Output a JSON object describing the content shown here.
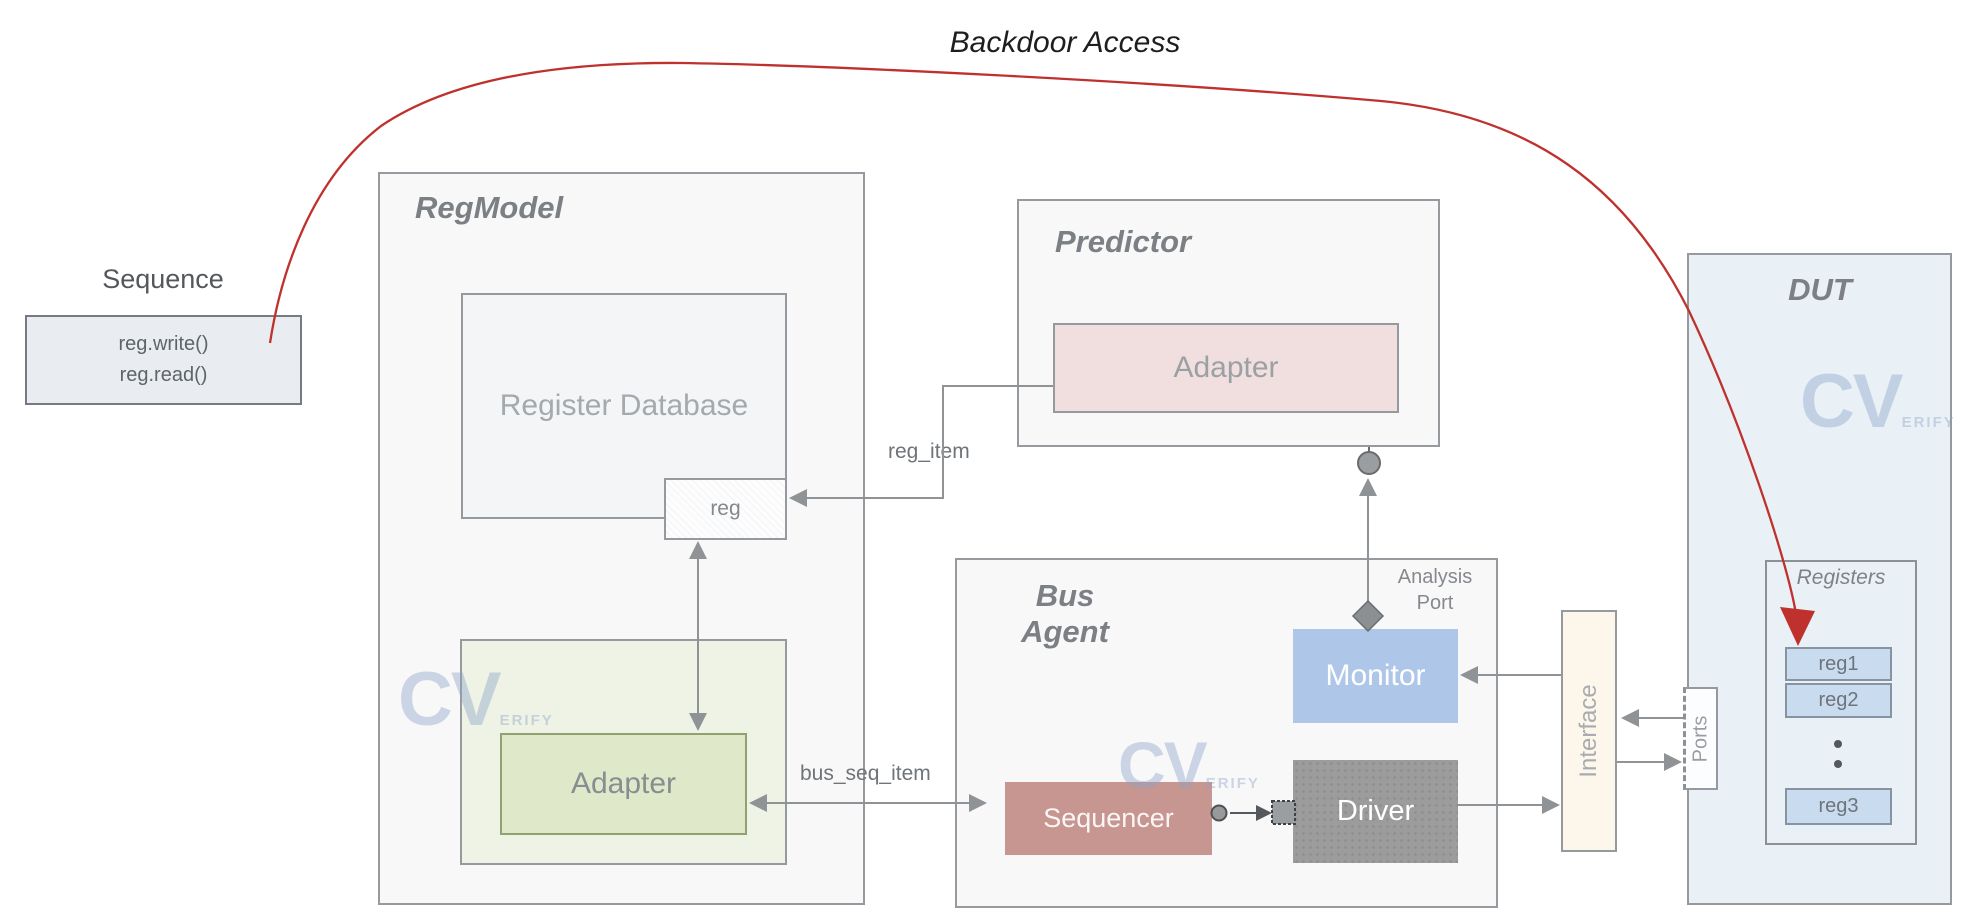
{
  "title": {
    "text": "Backdoor Access"
  },
  "sequence": {
    "label": "Sequence",
    "line1": "reg.write()",
    "line2": "reg.read()"
  },
  "regmodel": {
    "title": "RegModel",
    "register_database_label": "Register Database",
    "reg_label": "reg",
    "adapter_label": "Adapter"
  },
  "predictor": {
    "title": "Predictor",
    "adapter_label": "Adapter"
  },
  "bus_agent": {
    "title_line1": "Bus",
    "title_line2": "Agent",
    "sequencer_label": "Sequencer",
    "driver_label": "Driver",
    "monitor_label": "Monitor",
    "analysis_port_line1": "Analysis",
    "analysis_port_line2": "Port"
  },
  "interface": {
    "label": "Interface"
  },
  "ports": {
    "label": "Ports"
  },
  "dut": {
    "title": "DUT",
    "registers_label": "Registers",
    "reg1": "reg1",
    "reg2": "reg2",
    "reg3": "reg3"
  },
  "wire_labels": {
    "reg_item": "reg_item",
    "bus_seq_item": "bus_seq_item"
  },
  "watermark": {
    "cv": "CV",
    "suffix": "ERIFY"
  },
  "colors": {
    "backdoor_arrow_red": "#bf312d",
    "wire_gray": "#8f9396",
    "container_fill": "#f8f8f9",
    "container_border": "#96999d",
    "sequence_fill": "#e9edf2",
    "adapter_green_fill": "#dfe9c9",
    "adapter_green_outer_fill": "#eef3e5",
    "adapter_pink_fill": "#f1dfdf",
    "sequencer_fill": "#c79691",
    "driver_fill": "#9c9c9c",
    "monitor_fill": "#aec7e9",
    "interface_fill": "#fdf6ea",
    "dut_fill": "#e9f1f6",
    "reg_cell_fill": "#c9dbee",
    "watermark_blue": "#8da2c7"
  }
}
